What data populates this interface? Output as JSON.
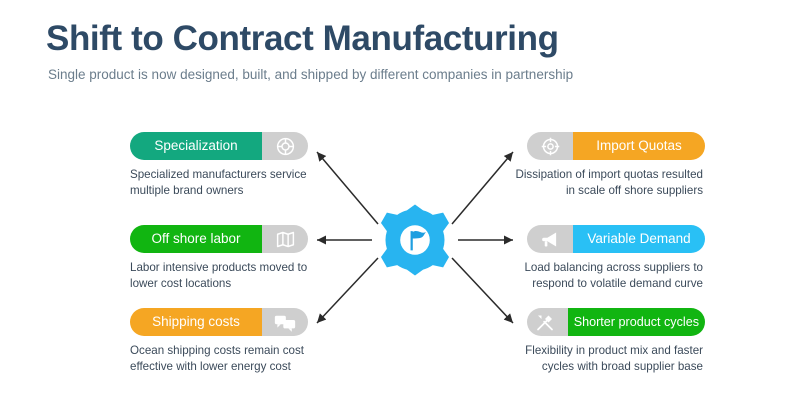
{
  "header": {
    "title": "Shift to Contract Manufacturing",
    "subtitle": "Single product is now designed, built, and shipped by different companies in partnership"
  },
  "hub": {
    "icon": "gear-flag-icon",
    "gear_color": "#28b4f0",
    "flag_color": "#1f9fe0"
  },
  "colors": {
    "title": "#2e4a66",
    "subtitle": "#6b7d8c",
    "body_text": "#3b4a5a",
    "icon_panel": "#cfcfcf",
    "arrow": "#2b2b2b",
    "teal": "#13a87f",
    "green": "#11b511",
    "amber": "#f5a623",
    "orange": "#f5a623",
    "cyan": "#29c0f5"
  },
  "cards": {
    "left": [
      {
        "label": "Specialization",
        "color": "#13a87f",
        "icon": "target-circle-icon",
        "description": "Specialized manufacturers service multiple brand owners"
      },
      {
        "label": "Off shore labor",
        "color": "#11b511",
        "icon": "map-icon",
        "description": "Labor intensive products moved to lower cost locations"
      },
      {
        "label": "Shipping costs",
        "color": "#f5a623",
        "icon": "chat-bubbles-icon",
        "description": "Ocean shipping costs remain cost effective with lower energy cost"
      }
    ],
    "right": [
      {
        "label": "Import Quotas",
        "color": "#f5a623",
        "icon": "crosshair-icon",
        "description": "Dissipation of import quotas resulted in scale off shore suppliers"
      },
      {
        "label": "Variable Demand",
        "color": "#29c0f5",
        "icon": "megaphone-icon",
        "description": "Load balancing across suppliers to respond to volatile demand curve"
      },
      {
        "label": "Shorter product cycles",
        "color": "#11b511",
        "icon": "tools-icon",
        "description": "Flexibility in product mix and faster cycles with broad supplier base"
      }
    ]
  }
}
